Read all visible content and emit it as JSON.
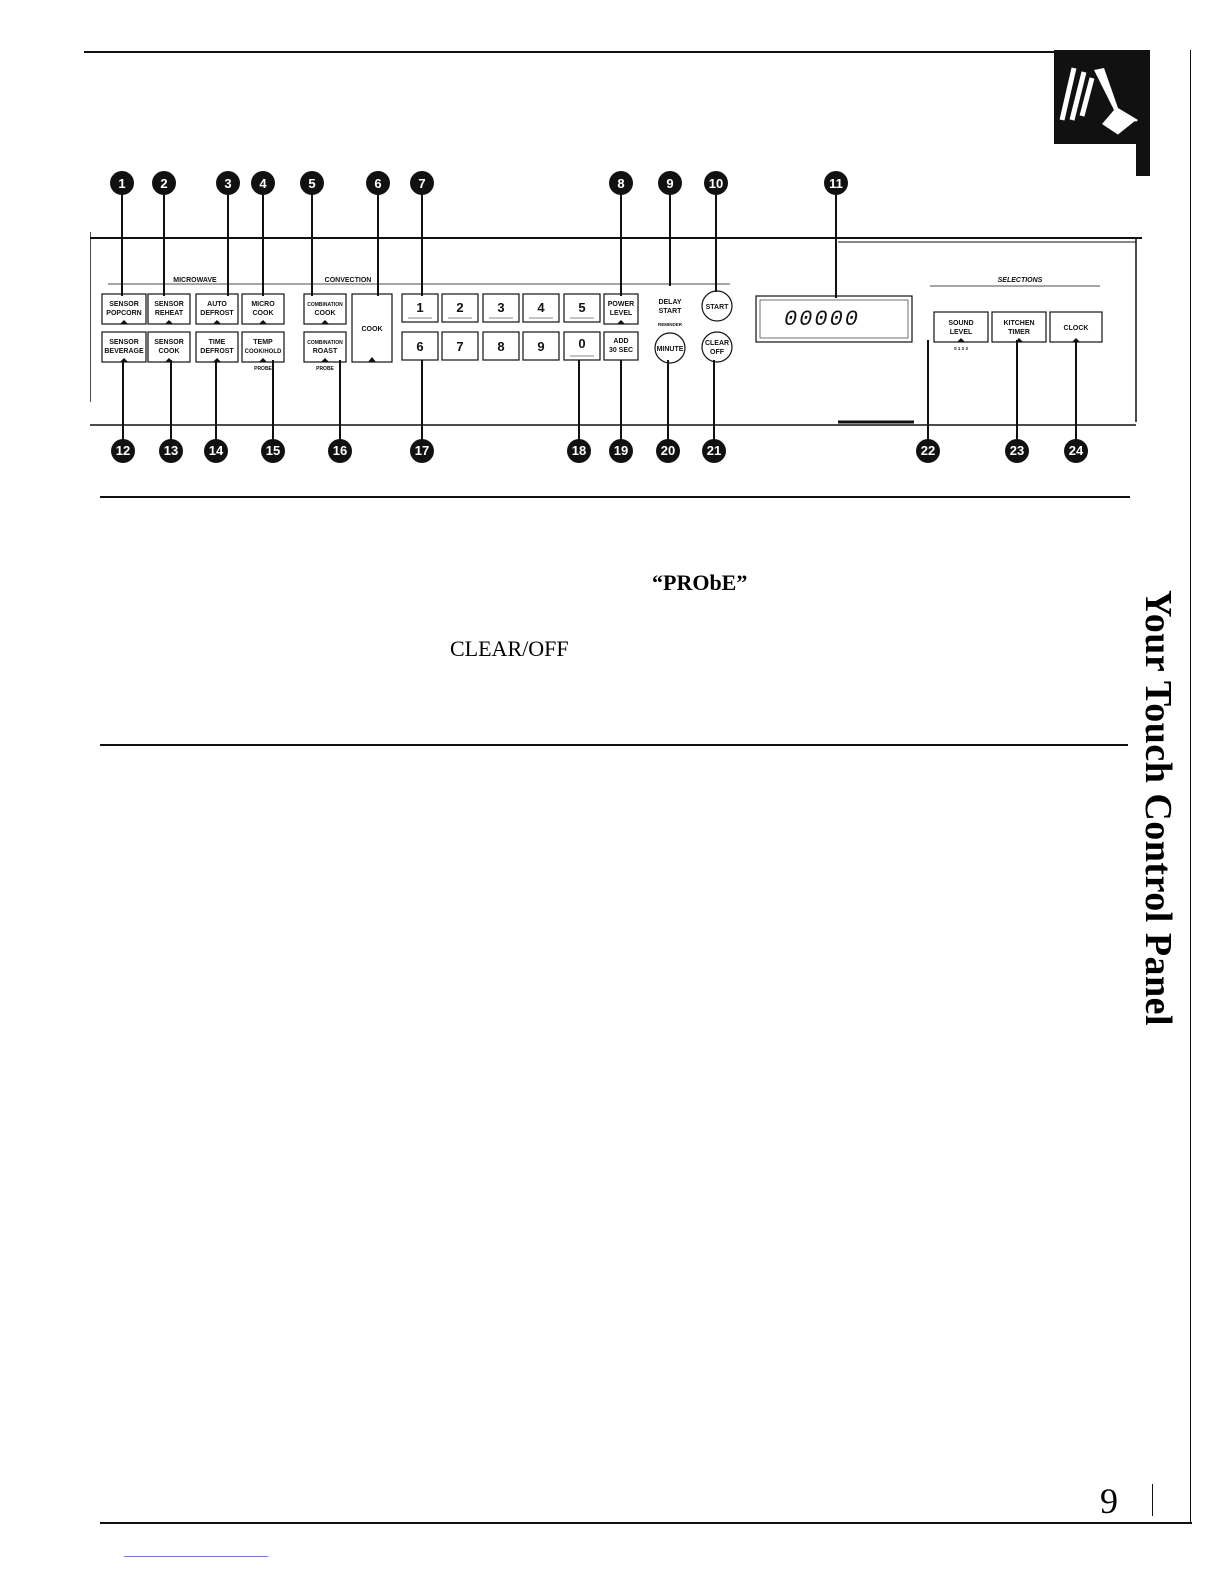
{
  "page": {
    "side_title": "Your Touch Control Panel",
    "probe_text": "“PRObE”",
    "clear_off_text": "CLEAR/OFF",
    "page_number": "9"
  },
  "panel": {
    "group_labels": {
      "microwave": "MICROWAVE",
      "convection": "CONVECTION",
      "selections": "SELECTIONS"
    },
    "display_value": "00000",
    "sound_level_sub": "0 1 2 3",
    "probe_sub": "PROBE",
    "reminder_label": "REMINDER",
    "keys": {
      "sensor_popcorn": [
        "SENSOR",
        "POPCORN"
      ],
      "sensor_reheat": [
        "SENSOR",
        "REHEAT"
      ],
      "auto_defrost": [
        "AUTO",
        "DEFROST"
      ],
      "micro_cook": [
        "MICRO",
        "COOK"
      ],
      "sensor_beverage": [
        "SENSOR",
        "BEVERAGE"
      ],
      "sensor_cook": [
        "SENSOR",
        "COOK"
      ],
      "time_defrost": [
        "TIME",
        "DEFROST"
      ],
      "temp_cook_hold": [
        "TEMP",
        "COOK/HOLD"
      ],
      "combination_cook": [
        "COMBINATION",
        "COOK"
      ],
      "combination_roast": [
        "COMBINATION",
        "ROAST"
      ],
      "convection_cook": "COOK",
      "power_level": [
        "POWER",
        "LEVEL"
      ],
      "delay_start": [
        "DELAY",
        "START"
      ],
      "start": "START",
      "minute": "MINUTE",
      "clear_off": [
        "CLEAR",
        "OFF"
      ],
      "add_30_sec": [
        "ADD",
        "30 SEC"
      ],
      "sound_level": [
        "SOUND",
        "LEVEL"
      ],
      "kitchen_timer": [
        "KITCHEN",
        "TIMER"
      ],
      "clock": "CLOCK"
    },
    "digits_top": [
      "1",
      "2",
      "3",
      "4",
      "5"
    ],
    "digits_bottom": [
      "6",
      "7",
      "8",
      "9",
      "0"
    ],
    "callouts_top": [
      "1",
      "2",
      "3",
      "4",
      "5",
      "6",
      "7",
      "8",
      "9",
      "10",
      "11"
    ],
    "callouts_bottom": [
      "12",
      "13",
      "14",
      "15",
      "16",
      "17",
      "18",
      "19",
      "20",
      "21",
      "22",
      "23",
      "24"
    ]
  }
}
